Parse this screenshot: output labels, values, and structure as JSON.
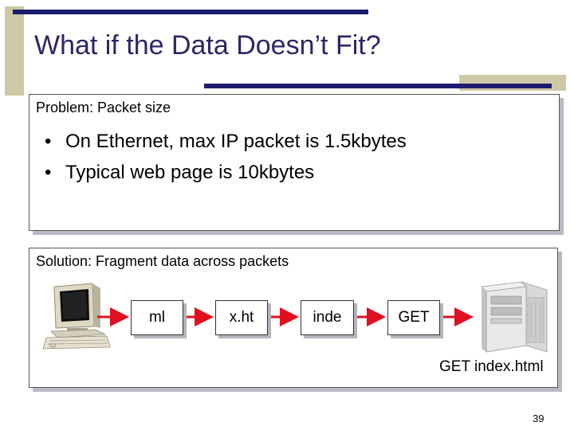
{
  "slide": {
    "title": "What if the Data Doesn’t Fit?",
    "page_number": "39"
  },
  "problem_box": {
    "heading": "Problem: Packet size",
    "bullets": [
      "On Ethernet, max IP packet is 1.5kbytes",
      "Typical web page is 10kbytes"
    ]
  },
  "solution_box": {
    "heading": "Solution: Fragment data across packets",
    "packets": [
      "ml",
      "x.ht",
      "inde",
      "GET"
    ],
    "server_caption": "GET index.html"
  },
  "colors": {
    "title": "#2b2668",
    "accent_bar": "#1c1c6e",
    "tan_bar": "#cfc8a6",
    "arrow": "#e01020"
  }
}
